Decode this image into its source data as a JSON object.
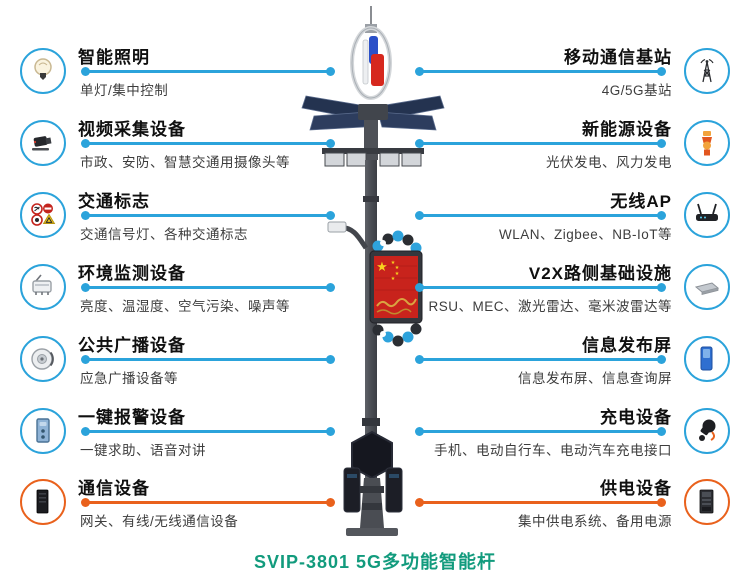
{
  "title": "SVIP-3801 5G多功能智能杆",
  "colors": {
    "accent_blue": "#2BA3DB",
    "accent_orange": "#E9611C",
    "title_teal": "#129B7D",
    "heading_text": "#101010",
    "desc_text": "#3D3D3D"
  },
  "left_items": [
    {
      "heading": "智能照明",
      "desc": "单灯/集中控制",
      "icon": "bulb-icon",
      "accent": "blue"
    },
    {
      "heading": "视频采集设备",
      "desc": "市政、安防、智慧交通用摄像头等",
      "icon": "camera-icon",
      "accent": "blue"
    },
    {
      "heading": "交通标志",
      "desc": "交通信号灯、各种交通标志",
      "icon": "traffic-signs-icon",
      "accent": "blue"
    },
    {
      "heading": "环境监测设备",
      "desc": "亮度、温湿度、空气污染、噪声等",
      "icon": "env-sensor-icon",
      "accent": "blue"
    },
    {
      "heading": "公共广播设备",
      "desc": "应急广播设备等",
      "icon": "speaker-icon",
      "accent": "blue"
    },
    {
      "heading": "一键报警设备",
      "desc": "一键求助、语音对讲",
      "icon": "sos-panel-icon",
      "accent": "blue"
    },
    {
      "heading": "通信设备",
      "desc": "网关、有线/无线通信设备",
      "icon": "server-cabinet-icon",
      "accent": "orange"
    }
  ],
  "right_items": [
    {
      "heading": "移动通信基站",
      "desc": "4G/5G基站",
      "icon": "cell-tower-icon",
      "accent": "blue"
    },
    {
      "heading": "新能源设备",
      "desc": "光伏发电、风力发电",
      "icon": "wind-generator-icon",
      "accent": "blue"
    },
    {
      "heading": "无线AP",
      "desc": "WLAN、Zigbee、NB-IoT等",
      "icon": "wireless-router-icon",
      "accent": "blue"
    },
    {
      "heading": "V2X路侧基础设施",
      "desc": "RSU、MEC、激光雷达、毫米波雷达等",
      "icon": "rsu-icon",
      "accent": "blue"
    },
    {
      "heading": "信息发布屏",
      "desc": "信息发布屏、信息查询屏",
      "icon": "display-screen-icon",
      "accent": "blue"
    },
    {
      "heading": "充电设备",
      "desc": "手机、电动自行车、电动汽车充电接口",
      "icon": "charging-plug-icon",
      "accent": "blue"
    },
    {
      "heading": "供电设备",
      "desc": "集中供电系统、备用电源",
      "icon": "power-cabinet-icon",
      "accent": "orange"
    }
  ],
  "pole": {
    "parts": [
      "wind-turbine",
      "solar-panels",
      "street-lights",
      "lamp-arm",
      "led-flag-screen",
      "control-box",
      "charging-piles",
      "base"
    ]
  }
}
